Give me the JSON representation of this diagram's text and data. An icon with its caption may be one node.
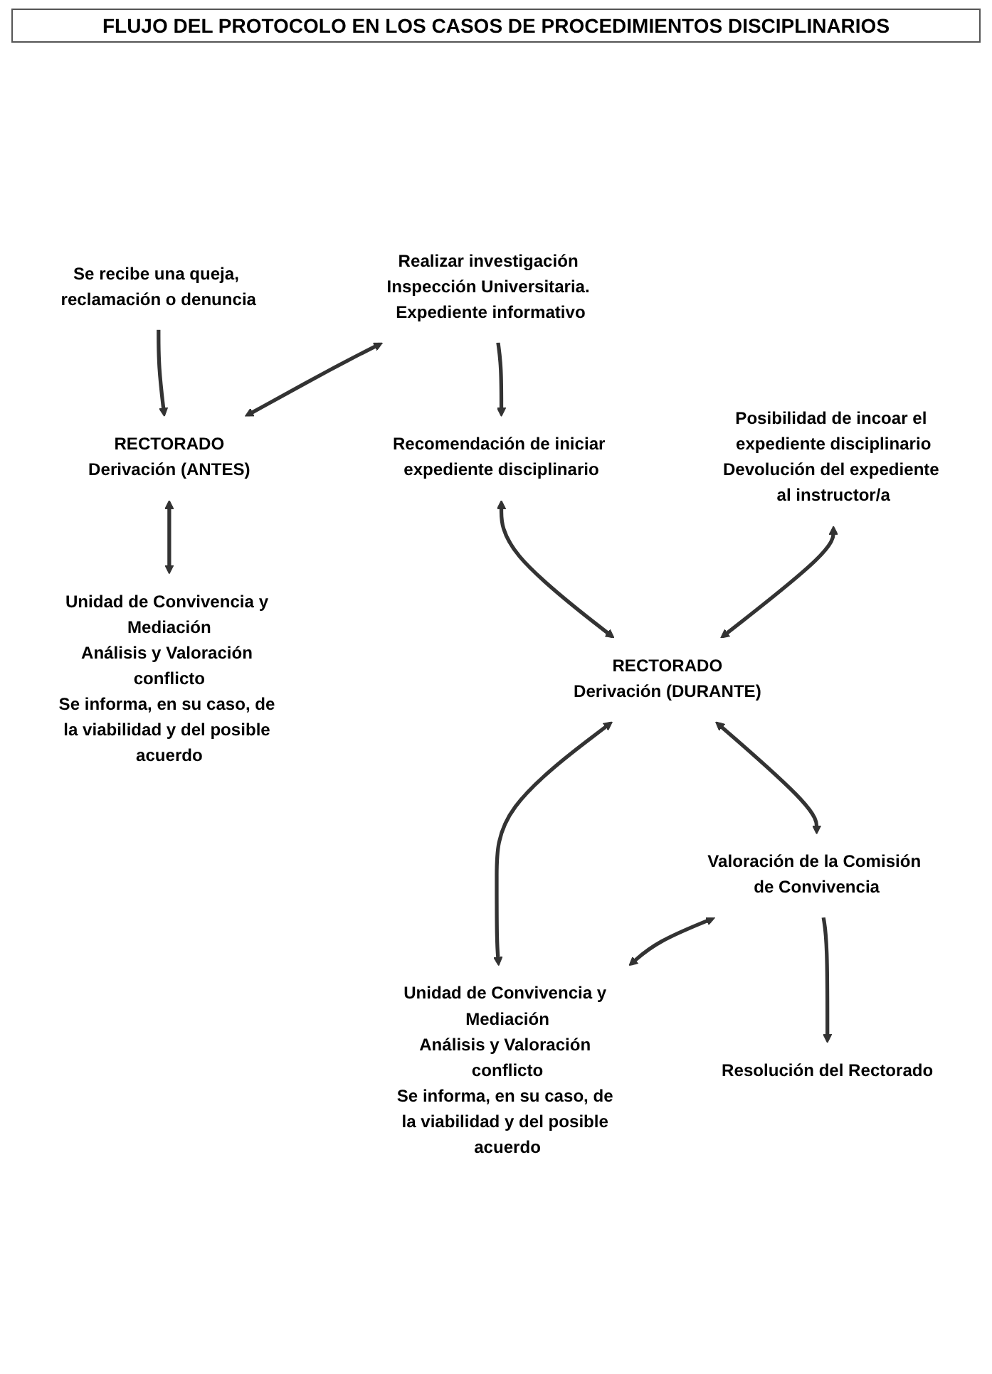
{
  "diagram": {
    "title": "FLUJO DEL PROTOCOLO EN LOS CASOS DE PROCEDIMIENTOS DISCIPLINARIOS",
    "nodes": [
      {
        "text": [
          "Se recibe una queja, reclamación o denuncia"
        ]
      },
      {
        "text": [
          "RECTORADO",
          "Derivación (ANTES)"
        ]
      },
      {
        "text": [
          "Realizar investigación Inspección Universitaria. Expediente informativo"
        ]
      },
      {
        "text": [
          "Unidad de Convivencia y Mediación",
          "Análisis y Valoración conflicto",
          "Se informa, en su caso, de la viabilidad y del posible acuerdo"
        ]
      },
      {
        "text": [
          "Recomendación de iniciar expediente disciplinario"
        ]
      },
      {
        "text": [
          "RECTORADO",
          "Derivación (DURANTE)"
        ]
      },
      {
        "text": [
          "Posibilidad de incoar el expediente disciplinario",
          "Devolución del expediente al instructor/a"
        ]
      },
      {
        "text": [
          "Unidad de Convivencia y Mediación",
          "Análisis y Valoración conflicto",
          "Se informa, en su caso, de la viabilidad y del posible acuerdo"
        ]
      },
      {
        "text": [
          "Valoración de la Comisión de Convivencia"
        ]
      },
      {
        "text": [
          "Resolución del Rectorado"
        ]
      }
    ],
    "edges": [
      {
        "from": 0,
        "to": 1,
        "arrow": "to"
      },
      {
        "from": 2,
        "to": 1,
        "arrow": "both"
      },
      {
        "from": 1,
        "to": 3,
        "arrow": "both"
      },
      {
        "from": 2,
        "to": 4,
        "arrow": "to"
      },
      {
        "from": 4,
        "to": 5,
        "arrow": "both"
      },
      {
        "from": 6,
        "to": 5,
        "arrow": "both"
      },
      {
        "from": 5,
        "to": 7,
        "arrow": "both"
      },
      {
        "from": 5,
        "to": 8,
        "arrow": "both"
      },
      {
        "from": 8,
        "to": 7,
        "arrow": "both"
      },
      {
        "from": 8,
        "to": 9,
        "arrow": "to"
      }
    ]
  }
}
